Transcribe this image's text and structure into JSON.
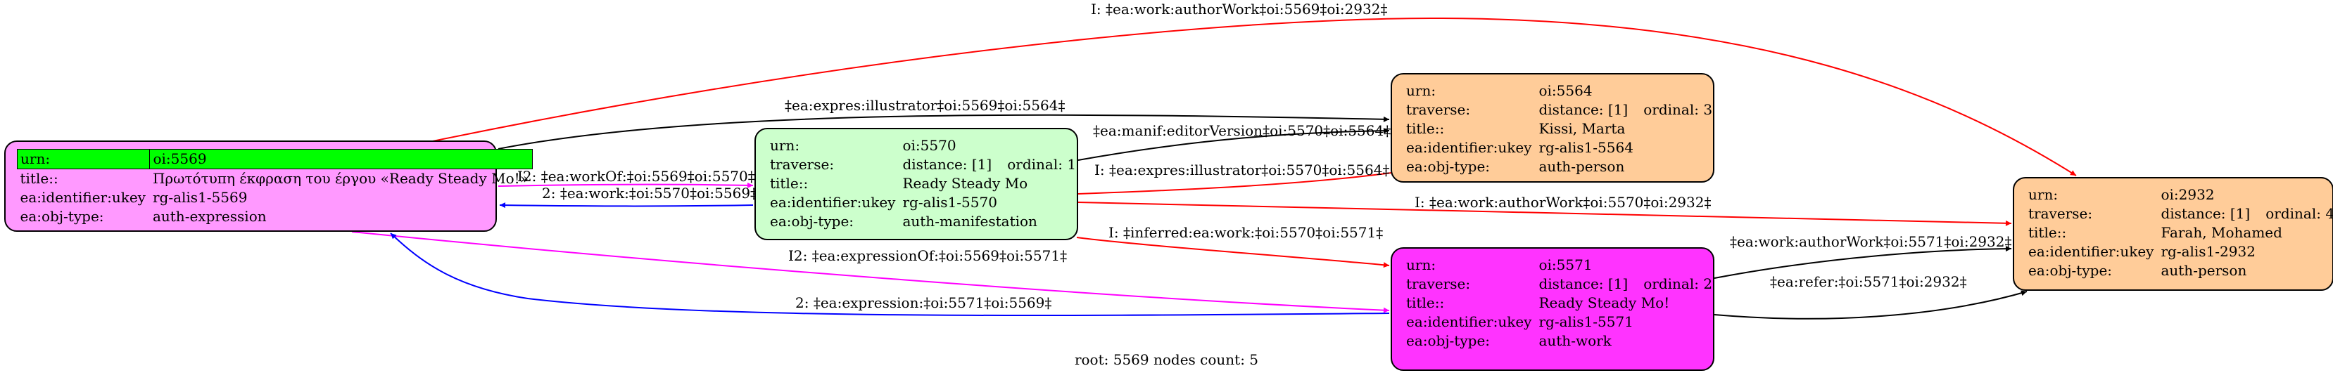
{
  "nodes": {
    "n5569": {
      "rows": [
        {
          "key": "urn:",
          "value": "oi:5569"
        },
        {
          "key": "title::",
          "value": "Πρωτότυπη έκφραση του έργου «Ready Steady Mo!»"
        },
        {
          "key": "ea:identifier:ukey",
          "value": "rg-alis1-5569"
        },
        {
          "key": "ea:obj-type:",
          "value": "auth-expression"
        }
      ],
      "color": "#ff99ff"
    },
    "n5570": {
      "urn_key": "urn:",
      "urn": "oi:5570",
      "traverse_key": "traverse:",
      "distance": "distance: [1]",
      "ordinal": "ordinal: 1",
      "title_key": "title::",
      "title": "Ready Steady Mo",
      "ukey_key": "ea:identifier:ukey",
      "ukey": "rg-alis1-5570",
      "type_key": "ea:obj-type:",
      "type": "auth-manifestation",
      "color": "#ccffcc"
    },
    "n5564": {
      "urn_key": "urn:",
      "urn": "oi:5564",
      "traverse_key": "traverse:",
      "distance": "distance: [1]",
      "ordinal": "ordinal: 3",
      "title_key": "title::",
      "title": "Kissi, Marta",
      "ukey_key": "ea:identifier:ukey",
      "ukey": "rg-alis1-5564",
      "type_key": "ea:obj-type:",
      "type": "auth-person",
      "color": "#ffcc99"
    },
    "n5571": {
      "urn_key": "urn:",
      "urn": "oi:5571",
      "traverse_key": "traverse:",
      "distance": "distance: [1]",
      "ordinal": "ordinal: 2",
      "title_key": "title::",
      "title": "Ready Steady Mo!",
      "ukey_key": "ea:identifier:ukey",
      "ukey": "rg-alis1-5571",
      "type_key": "ea:obj-type:",
      "type": "auth-work",
      "color": "#ff33ff"
    },
    "n2932": {
      "urn_key": "urn:",
      "urn": "oi:2932",
      "traverse_key": "traverse:",
      "distance": "distance: [1]",
      "ordinal": "ordinal: 4",
      "title_key": "title::",
      "title": "Farah, Mohamed",
      "ukey_key": "ea:identifier:ukey",
      "ukey": "rg-alis1-2932",
      "type_key": "ea:obj-type:",
      "type": "auth-person",
      "color": "#ffcc99"
    }
  },
  "edges": [
    {
      "id": "e1",
      "label": "I: ‡ea:work:authorWork‡oi:5569‡oi:2932‡",
      "color": "#ff0000"
    },
    {
      "id": "e2",
      "label": "‡ea:expres:illustrator‡oi:5569‡oi:5564‡",
      "color": "#000000"
    },
    {
      "id": "e3",
      "label": "I2: ‡ea:workOf:‡oi:5569‡oi:5570‡",
      "color": "#ff00ff"
    },
    {
      "id": "e4",
      "label": "2: ‡ea:work:‡oi:5570‡oi:5569‡",
      "color": "#0000ff"
    },
    {
      "id": "e5",
      "label": "‡ea:manif:editorVersion‡oi:5570‡oi:5564‡",
      "color": "#000000"
    },
    {
      "id": "e6",
      "label": "I: ‡ea:expres:illustrator‡oi:5570‡oi:5564‡",
      "color": "#ff0000"
    },
    {
      "id": "e7",
      "label": "I: ‡ea:work:authorWork‡oi:5570‡oi:2932‡",
      "color": "#ff0000"
    },
    {
      "id": "e8",
      "label": "I: ‡inferred:ea:work:‡oi:5570‡oi:5571‡",
      "color": "#ff0000"
    },
    {
      "id": "e9",
      "label": "I2: ‡ea:expressionOf:‡oi:5569‡oi:5571‡",
      "color": "#ff00ff"
    },
    {
      "id": "e10",
      "label": "2: ‡ea:expression:‡oi:5571‡oi:5569‡",
      "color": "#0000ff"
    },
    {
      "id": "e11",
      "label": "‡ea:work:authorWork‡oi:5571‡oi:2932‡",
      "color": "#000000"
    },
    {
      "id": "e12",
      "label": "‡ea:refer:‡oi:5571‡oi:2932‡",
      "color": "#000000"
    }
  ],
  "footer": "root: 5569 nodes count: 5"
}
